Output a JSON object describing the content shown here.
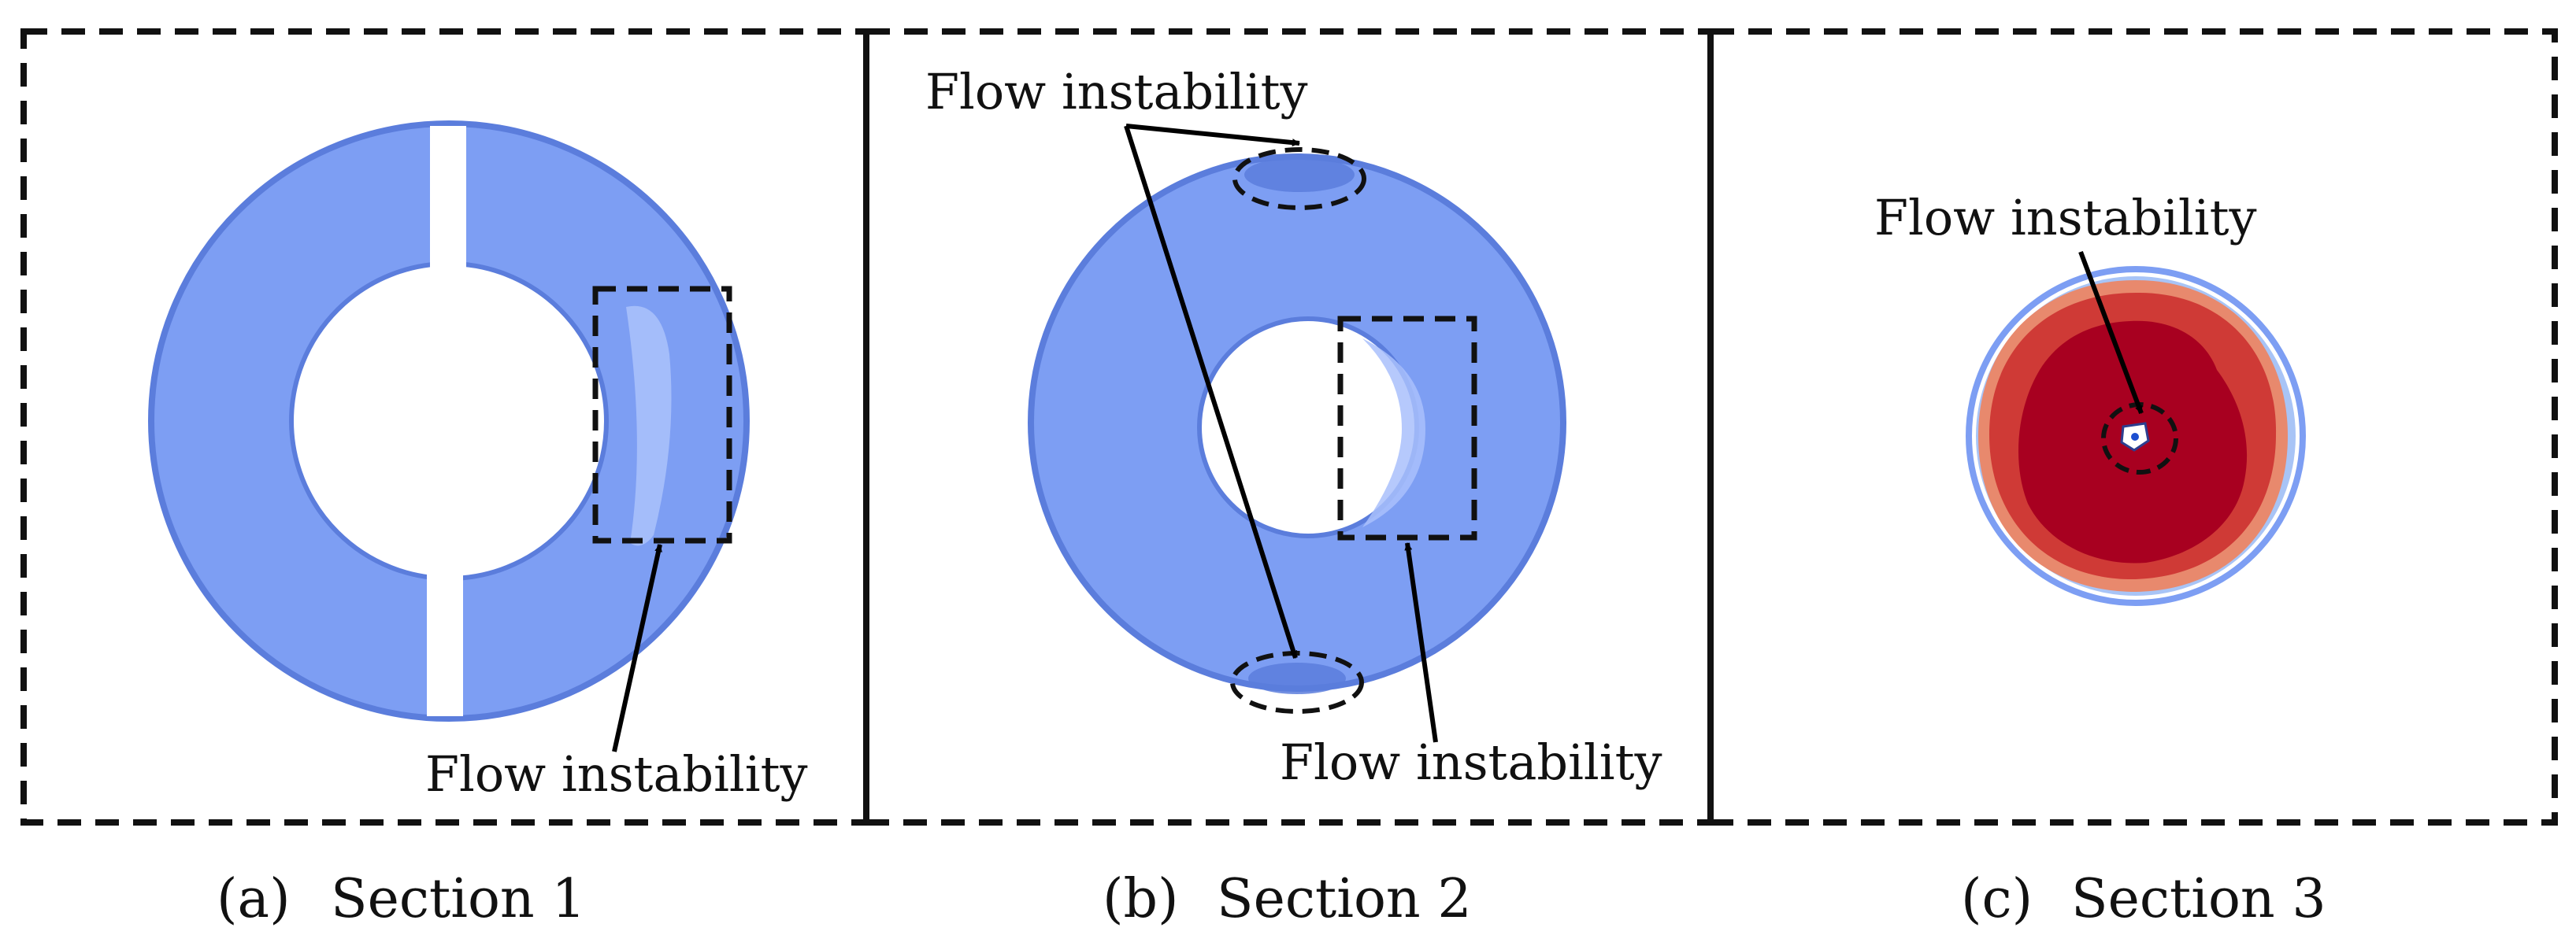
{
  "panels": [
    {
      "caption_letter": "(a)",
      "caption_title": "Section 1",
      "annotations": [
        "Flow instability"
      ]
    },
    {
      "caption_letter": "(b)",
      "caption_title": "Section 2",
      "annotations": [
        "Flow instability",
        "Flow instability"
      ]
    },
    {
      "caption_letter": "(c)",
      "caption_title": "Section 3",
      "annotations": [
        "Flow instability"
      ]
    }
  ],
  "colors": {
    "ring_fill": "#7d9ef3",
    "ring_edge": "#5b7ddc",
    "ring_light": "#a9c0fb",
    "disk_outer_blue": "#a8c4f6",
    "disk_orange": "#e8896d",
    "disk_red": "#cf3a36",
    "disk_core": "#a80020"
  }
}
